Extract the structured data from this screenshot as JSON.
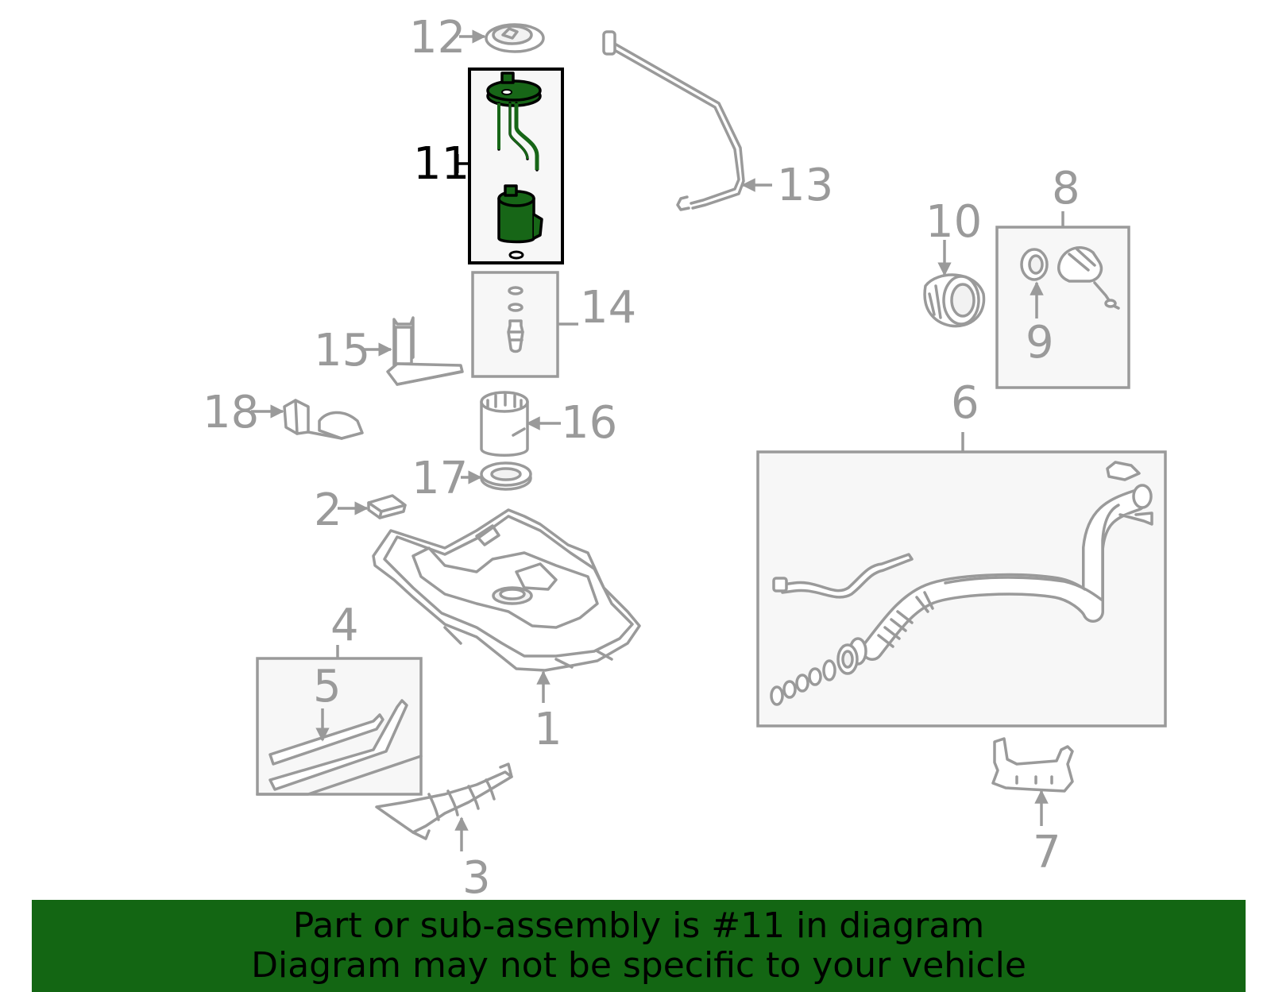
{
  "diagram": {
    "highlighted_callout": "11",
    "callouts": {
      "c1": "1",
      "c2": "2",
      "c3": "3",
      "c4": "4",
      "c5": "5",
      "c6": "6",
      "c7": "7",
      "c8": "8",
      "c9": "9",
      "c10": "10",
      "c11": "11",
      "c12": "12",
      "c13": "13",
      "c14": "14",
      "c15": "15",
      "c16": "16",
      "c17": "17",
      "c18": "18"
    }
  },
  "banner": {
    "line1": "Part or sub-assembly is #11 in diagram",
    "line2": "Diagram may not be specific to your vehicle"
  },
  "colors": {
    "highlight_green": "#176617",
    "banner_green": "#136613",
    "part_gray": "#9a9a9a"
  }
}
